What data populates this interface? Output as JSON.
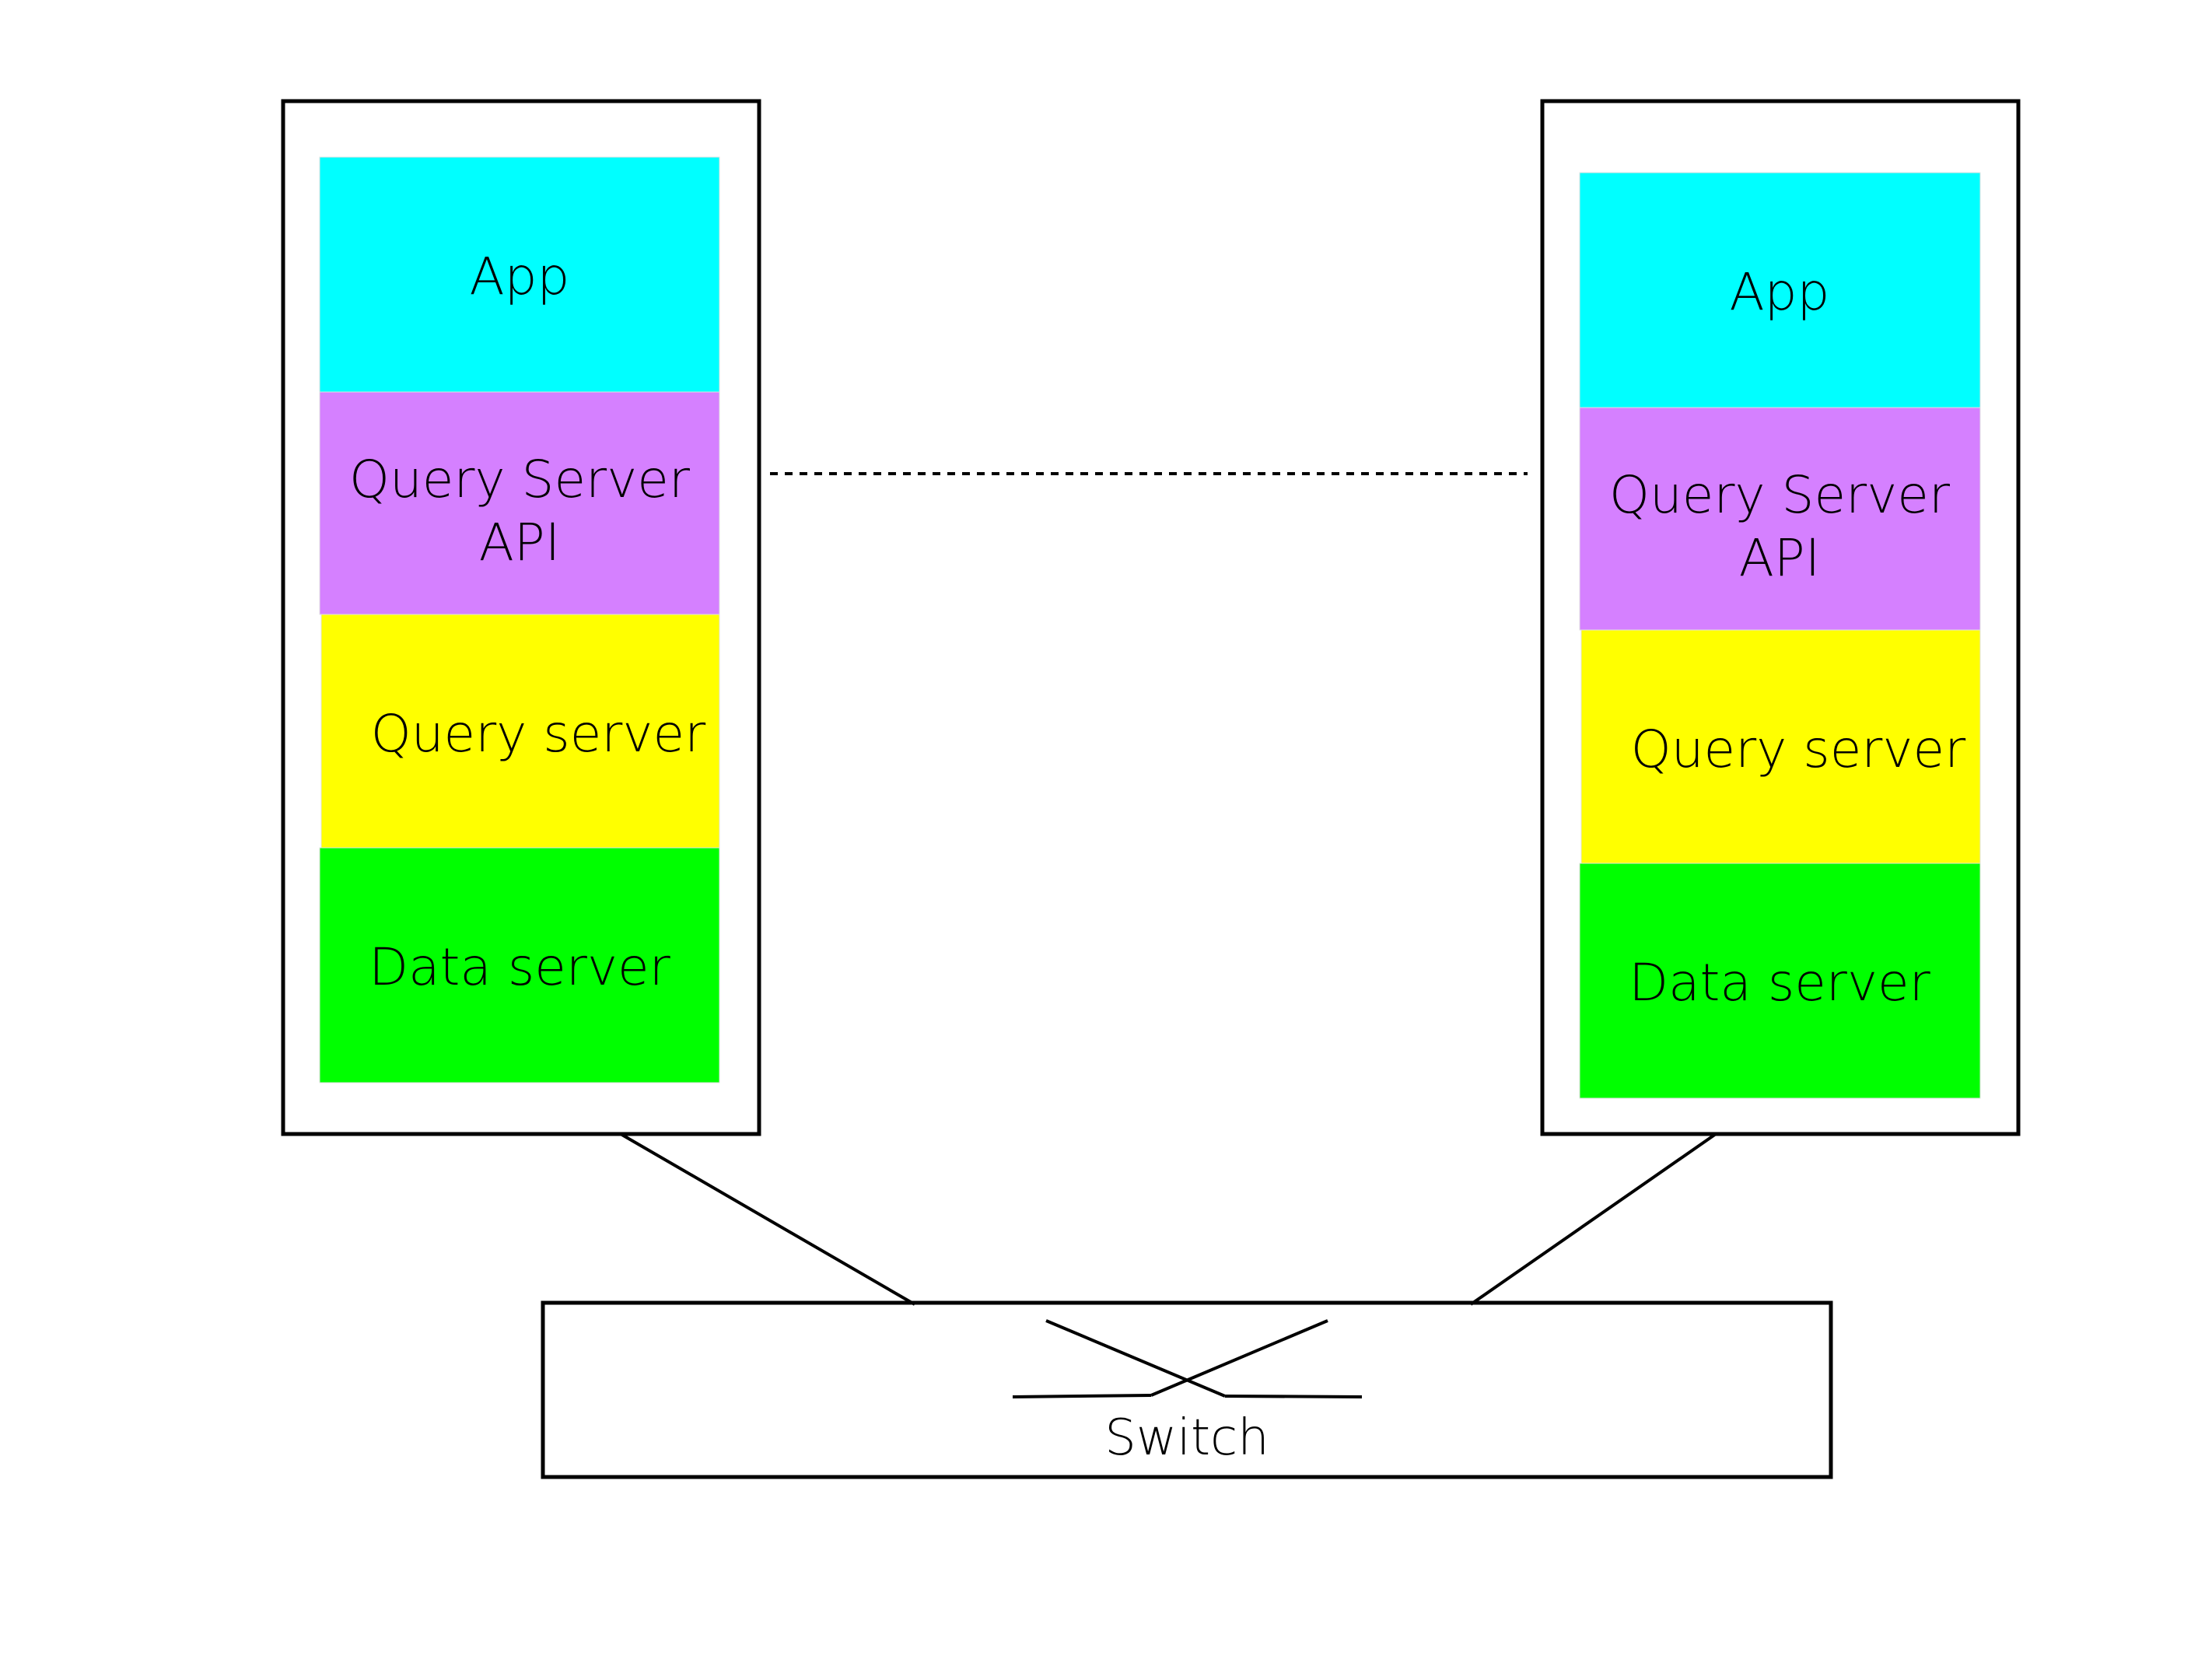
{
  "nodes": [
    {
      "layers": [
        {
          "label": [
            "App"
          ],
          "color": "#00ffff"
        },
        {
          "label": [
            "Query Server",
            "API"
          ],
          "color": "#d580ff"
        },
        {
          "label": [
            "Query server"
          ],
          "color": "#ffff00"
        },
        {
          "label": [
            "Data server"
          ],
          "color": "#00ff00"
        }
      ]
    },
    {
      "layers": [
        {
          "label": [
            "App"
          ],
          "color": "#00ffff"
        },
        {
          "label": [
            "Query Server",
            "API"
          ],
          "color": "#d580ff"
        },
        {
          "label": [
            "Query server"
          ],
          "color": "#ffff00"
        },
        {
          "label": [
            "Data server"
          ],
          "color": "#00ff00"
        }
      ]
    }
  ],
  "switch": {
    "label": "Switch"
  }
}
